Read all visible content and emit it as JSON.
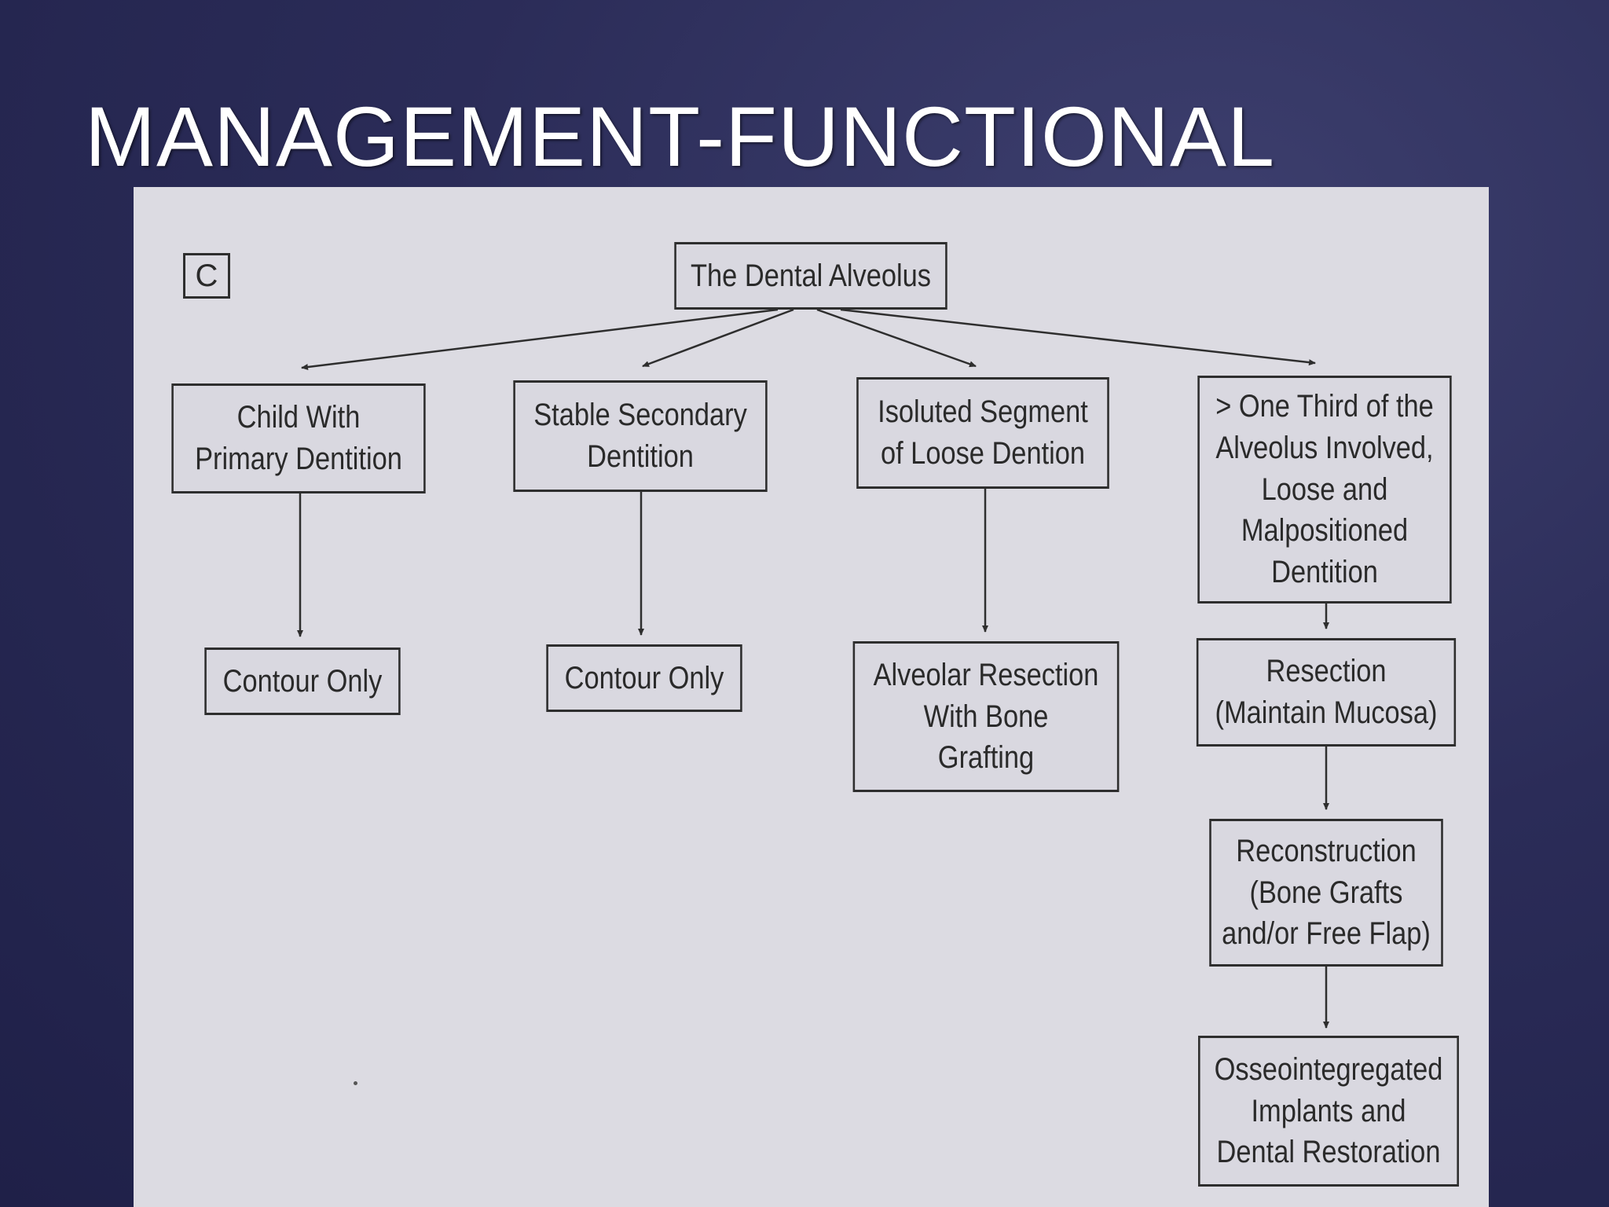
{
  "slide": {
    "title": "MANAGEMENT-FUNCTIONAL"
  },
  "diagram": {
    "panel_label": "C",
    "root": "The Dental Alveolus",
    "branches": [
      {
        "condition": "Child With\nPrimary Dentition",
        "steps": [
          "Contour Only"
        ]
      },
      {
        "condition": "Stable Secondary\nDentition",
        "steps": [
          "Contour Only"
        ]
      },
      {
        "condition": "Isoluted Segment\nof Loose Dention",
        "steps": [
          "Alveolar Resection\nWith Bone\nGrafting"
        ]
      },
      {
        "condition": "> One Third of the\nAlveolus Involved,\nLoose and\nMalpositioned\nDentition",
        "steps": [
          "Resection\n(Maintain Mucosa)",
          "Reconstruction\n(Bone Grafts\nand/or Free Flap)",
          "Osseointegregated\nImplants and\nDental Restoration"
        ]
      }
    ]
  },
  "colors": {
    "background": "#2b2c58",
    "panel": "#dcdbe2",
    "ink": "#2a2a2a",
    "title": "#ffffff"
  }
}
